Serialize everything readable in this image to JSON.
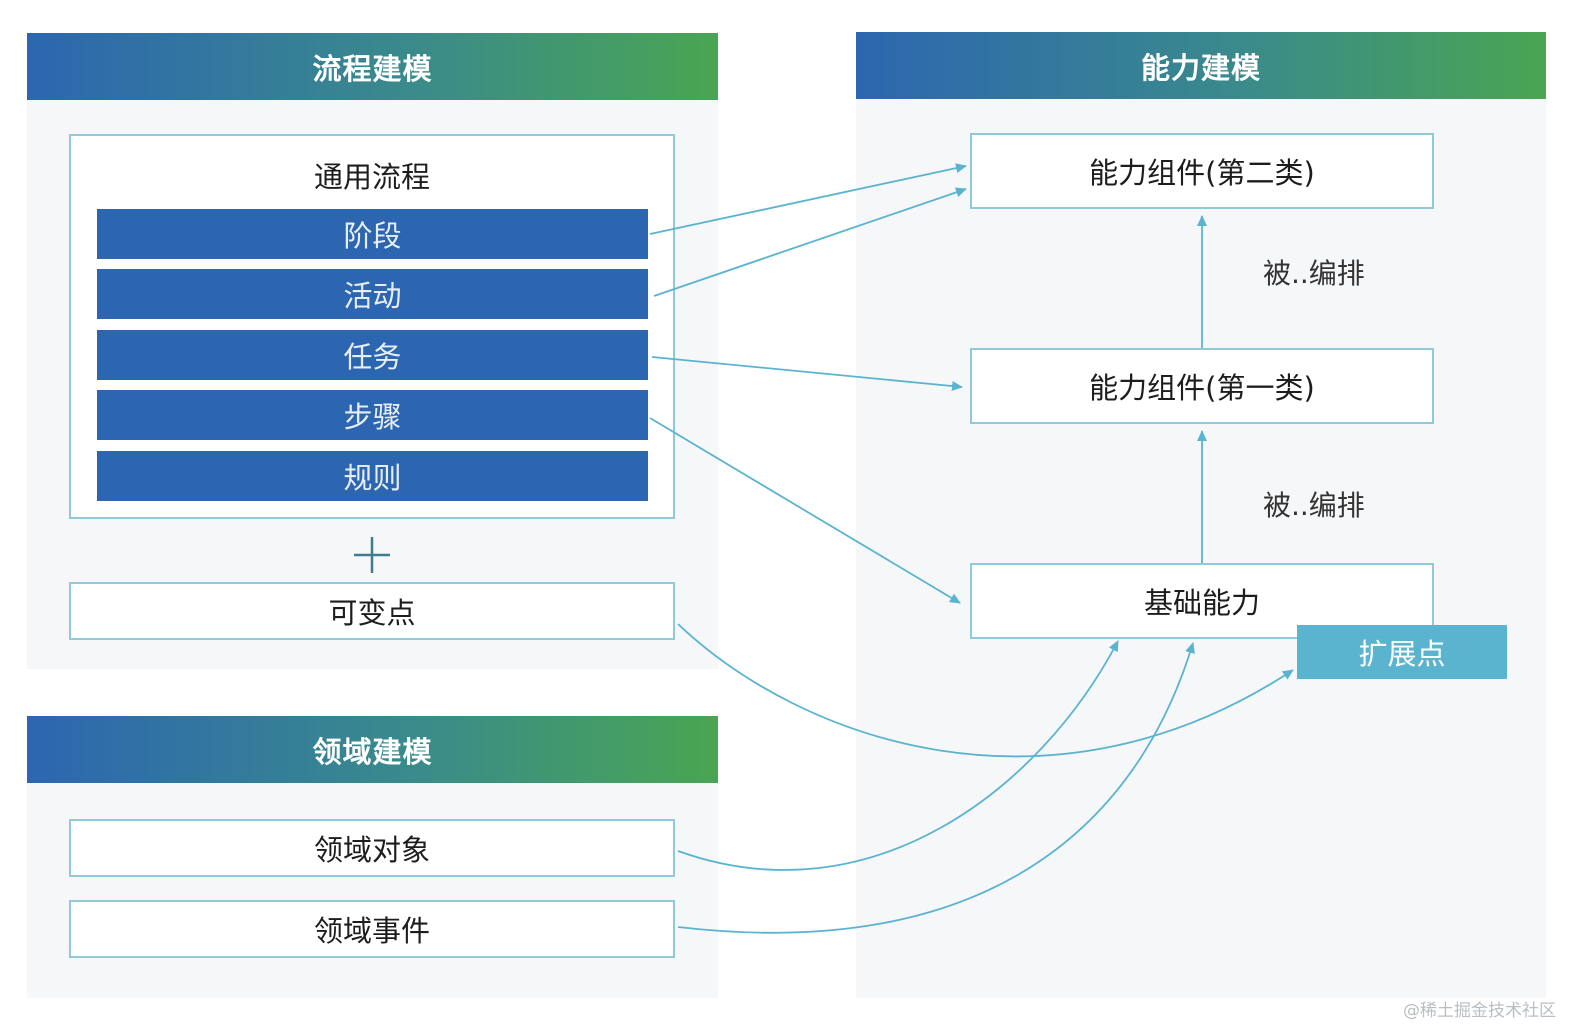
{
  "process_modeling": {
    "header": "流程建模",
    "general_flow": {
      "title": "通用流程",
      "items": [
        "阶段",
        "活动",
        "任务",
        "步骤",
        "规则"
      ]
    },
    "variation_point": "可变点"
  },
  "domain_modeling": {
    "header": "领域建模",
    "items": [
      "领域对象",
      "领域事件"
    ]
  },
  "capability_modeling": {
    "header": "能力建模",
    "component_2": "能力组件(第二类)",
    "component_1": "能力组件(第一类)",
    "base": "基础能力",
    "extension_point": "扩展点",
    "orchestrated_label_top": "被..编排",
    "orchestrated_label_bottom": "被..编排"
  },
  "watermark": "@稀土掘金技术社区",
  "colors": {
    "header_gradient": [
      "#2c66b0",
      "#3a8a8c",
      "#4aa552"
    ],
    "bar": "#2d66b0",
    "extension": "#5ab4d0",
    "connector": "#5ab4d0",
    "border": "#8fc9da"
  }
}
